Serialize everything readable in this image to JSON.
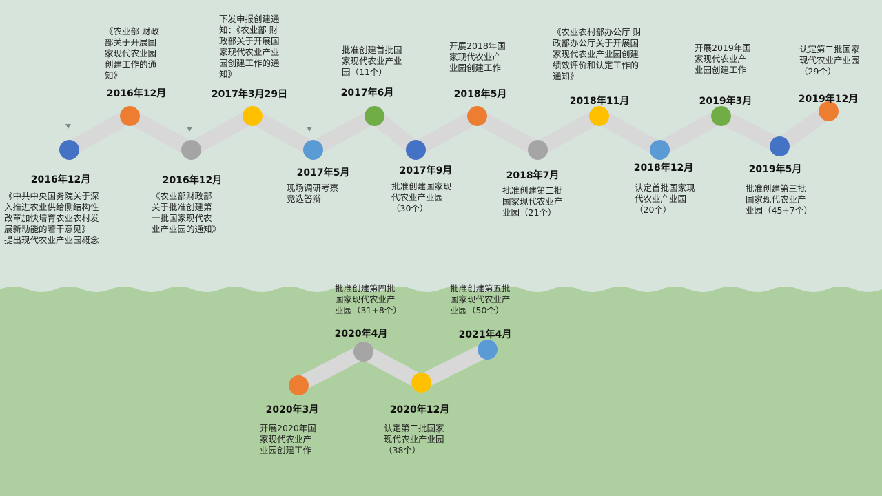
{
  "colors": {
    "background_top": "#d6e4dc",
    "background_bottom": "#aecf9f",
    "track": "#d8d8d8",
    "blue_dark": "#4472c4",
    "orange": "#ed7d31",
    "gray": "#a5a5a5",
    "yellow": "#ffc000",
    "blue_light": "#5b9bd5",
    "green": "#70ad47"
  },
  "timeline_1": [
    {
      "date": "2016年12月",
      "desc": [
        "《中共中央国务院关于深",
        "入推进农业供给侧结构性",
        "改革加快培育农业农村发",
        "展新动能的若干意见》",
        "提出现代农业产业园概念"
      ],
      "color": "blue_dark"
    },
    {
      "date": "2016年12月",
      "desc": [
        "《农业部 财政",
        "部关于开展国",
        "家现代农业园",
        "创建工作的通",
        "知》"
      ],
      "color": "orange"
    },
    {
      "date": "2016年12月",
      "desc": [
        "《农业部财政部",
        "关于批准创建第",
        "一批国家现代农",
        "业产业园的通知》"
      ],
      "color": "gray"
    },
    {
      "date": "2017年3月29日",
      "desc": [
        "下发申报创建通",
        "知：《农业部 财",
        "政部关于开展国",
        "家现代农业产业",
        "园创建工作的通",
        "知》"
      ],
      "color": "yellow"
    },
    {
      "date": "2017年5月",
      "desc": [
        "现场调研考察",
        "竞选答辩"
      ],
      "color": "blue_light"
    },
    {
      "date": "2017年6月",
      "desc": [
        "批准创建首批国",
        "家现代农业产业",
        "园（11个）"
      ],
      "color": "green"
    },
    {
      "date": "2017年9月",
      "desc": [
        "批准创建国家现",
        "代农业产业园",
        "（30个）"
      ],
      "color": "blue_dark"
    },
    {
      "date": "2018年5月",
      "desc": [
        "开展2018年国",
        "家现代农业产",
        "业园创建工作"
      ],
      "color": "orange"
    },
    {
      "date": "2018年7月",
      "desc": [
        "批准创建第二批",
        "国家现代农业产",
        "业园（21个）"
      ],
      "color": "gray"
    },
    {
      "date": "2018年11月",
      "desc": [
        "《农业农村部办公厅 财",
        "政部办公厅关于开展国",
        "家现代农业产业园创建",
        "绩效评价和认定工作的",
        "通知》"
      ],
      "color": "yellow"
    },
    {
      "date": "2018年12月",
      "desc": [
        "认定首批国家现",
        "代农业产业园",
        "（20个）"
      ],
      "color": "blue_light"
    },
    {
      "date": "2019年3月",
      "desc": [
        "开展2019年国",
        "家现代农业产",
        "业园创建工作"
      ],
      "color": "green"
    },
    {
      "date": "2019年5月",
      "desc": [
        "批准创建第三批",
        "国家现代农业产",
        "业园（45+7个）"
      ],
      "color": "blue_dark"
    },
    {
      "date": "2019年12月",
      "desc": [
        "认定第二批国家",
        "现代农业产业园",
        "（29个）"
      ],
      "color": "orange"
    }
  ],
  "timeline_2": [
    {
      "date": "2020年3月",
      "desc": [
        "开展2020年国",
        "家现代农业产",
        "业园创建工作"
      ],
      "color": "orange"
    },
    {
      "date": "2020年4月",
      "desc": [
        "批准创建第四批",
        "国家现代农业产",
        "业园（31+8个）"
      ],
      "color": "gray"
    },
    {
      "date": "2020年12月",
      "desc": [
        "认定第二批国家",
        "现代农业产业园",
        "（38个）"
      ],
      "color": "yellow"
    },
    {
      "date": "2021年4月",
      "desc": [
        "批准创建第五批",
        "国家现代农业产",
        "业园（50个）"
      ],
      "color": "blue_light"
    }
  ]
}
